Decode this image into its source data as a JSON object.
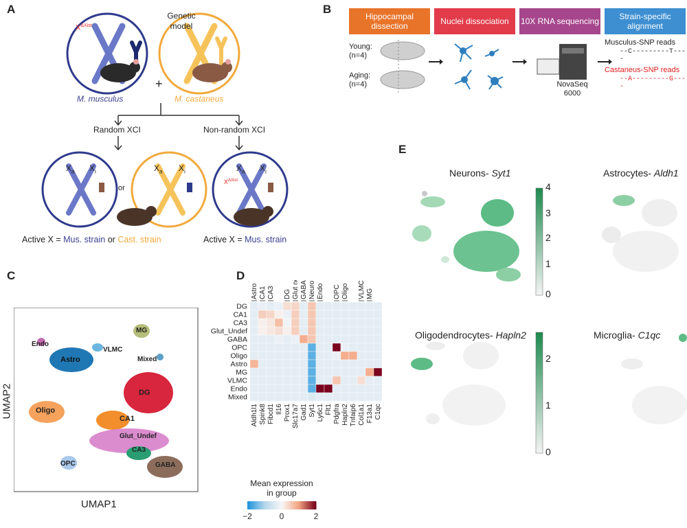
{
  "panels": {
    "a": "A",
    "b": "B",
    "c": "C",
    "d": "D",
    "e": "E"
  },
  "panel_a": {
    "genetic_model_line1": "Genetic",
    "genetic_model_line2": "model",
    "xist_label": "X",
    "xist_sup": "ΔXist",
    "strain1": "M. musculus",
    "strain2": "M. castaneus",
    "plus": "+",
    "random": "Random XCI",
    "nonrandom": "Non-random XCI",
    "xa": "X",
    "xa_sub": "a",
    "xi": "X",
    "xi_sub": "i",
    "or": "or",
    "active_prefix": "Active X = ",
    "mus_strain": "Mus. strain",
    "or_word": " or ",
    "cast_strain": "Cast. strain",
    "active_prefix2": "Active X = ",
    "mus_strain2": "Mus. strain",
    "colors": {
      "musculus": "#3b3f8f",
      "castaneus": "#f2a93b",
      "xist": "#e02020"
    }
  },
  "panel_b": {
    "steps": [
      "Hippocampal dissection",
      "Nuclei dissociation",
      "10X RNA sequencing",
      "Strain-specific alignment"
    ],
    "step_colors": [
      "#e8742a",
      "#e23b4a",
      "#a6468c",
      "#3d8fd1"
    ],
    "young": "Young:",
    "young_n": "(n=4)",
    "aging": "Aging:",
    "aging_n": "(n=4)",
    "seq_line1": "NovaSeq",
    "seq_line2": "6000",
    "mus_reads": "Musculus-SNP reads",
    "mus_seq": "--C---------T----",
    "cast_reads": "Castaneus-SNP reads",
    "cast_seq": "--A---------G----"
  },
  "panel_c": {
    "xlabel": "UMAP1",
    "ylabel": "UMAP2",
    "clusters": [
      "MG",
      "Endo",
      "VLMC",
      "Astro",
      "Mixed",
      "DG",
      "Oligo",
      "CA1",
      "Glut_Undef",
      "CA3",
      "OPC",
      "GABA"
    ],
    "colors": {
      "MG": "#b5bd7a",
      "Endo": "#c56bb0",
      "VLMC": "#6bb7e0",
      "Astro": "#1f78b4",
      "Mixed": "#5aa0c8",
      "DG": "#d7263d",
      "Oligo": "#f5a25d",
      "CA1": "#f28e2b",
      "Glut_Undef": "#d77fc9",
      "CA3": "#2a9d72",
      "OPC": "#a9c8ea",
      "GABA": "#8c6d5c"
    }
  },
  "panel_d": {
    "col_groups": [
      "Astro",
      "CA1",
      "CA3",
      "DG",
      "Glut neuron",
      "GABA Neuron",
      "Neuron",
      "Endo",
      "OPC",
      "Oligo",
      "VLMC",
      "MG"
    ],
    "rows": [
      "DG",
      "CA1",
      "CA3",
      "Glut_Undef",
      "GABA",
      "OPC",
      "Oligo",
      "Astro",
      "MG",
      "VLMC",
      "Endo",
      "Mixed"
    ],
    "genes": [
      "Aldh1l1",
      "Spink8",
      "Fibcd1",
      "Il16",
      "Prox1",
      "Slc17a7",
      "Gad1",
      "Syt1",
      "Ly6c1",
      "Flt1",
      "Pdgfra",
      "Hapln2",
      "Tnfaip6",
      "Col1a1",
      "F13a1",
      "C1qc"
    ],
    "colorbar_title_1": "Mean expression",
    "colorbar_title_2": "in group",
    "colorbar_ticks": [
      "−2",
      "0",
      "2"
    ]
  },
  "panel_e": {
    "titles": [
      {
        "prefix": "Neurons- ",
        "gene": "Syt1"
      },
      {
        "prefix": "Astrocytes- ",
        "gene": "Aldh1"
      },
      {
        "prefix": "Oligodendrocytes- ",
        "gene": "Hapln2"
      },
      {
        "prefix": "Microglia- ",
        "gene": "C1qc"
      }
    ],
    "colorbar1_ticks": [
      "4",
      "3",
      "2",
      "1",
      "0"
    ],
    "colorbar2_ticks": [
      "2",
      "1",
      "0"
    ]
  },
  "chart_data": {
    "type": "heatmap",
    "title": "",
    "xlabel": "",
    "ylabel": "",
    "x": [
      "Aldh1l1",
      "Spink8",
      "Fibcd1",
      "Il16",
      "Prox1",
      "Slc17a7",
      "Gad1",
      "Syt1",
      "Ly6c1",
      "Flt1",
      "Pdgfra",
      "Hapln2",
      "Tnfaip6",
      "Col1a1",
      "F13a1",
      "C1qc"
    ],
    "y": [
      "DG",
      "CA1",
      "CA3",
      "Glut_Undef",
      "GABA",
      "OPC",
      "Oligo",
      "Astro",
      "MG",
      "VLMC",
      "Endo",
      "Mixed"
    ],
    "values": [
      [
        -0.3,
        -0.2,
        -0.3,
        -0.2,
        0.3,
        0.4,
        -0.3,
        0.6,
        -0.3,
        -0.3,
        -0.3,
        -0.3,
        -0.3,
        -0.3,
        -0.3,
        -0.3
      ],
      [
        -0.3,
        0.5,
        0.4,
        0.1,
        -0.2,
        0.5,
        -0.3,
        0.6,
        -0.3,
        -0.3,
        -0.3,
        -0.3,
        -0.3,
        -0.3,
        -0.3,
        -0.3
      ],
      [
        -0.3,
        0.1,
        0.2,
        0.7,
        -0.1,
        0.5,
        -0.3,
        0.6,
        -0.3,
        -0.3,
        -0.3,
        -0.3,
        -0.3,
        -0.3,
        -0.3,
        -0.3
      ],
      [
        -0.3,
        0.1,
        0.2,
        0.3,
        0.1,
        0.5,
        -0.3,
        0.6,
        -0.3,
        -0.3,
        -0.3,
        -0.3,
        -0.3,
        -0.3,
        -0.3,
        -0.3
      ],
      [
        -0.3,
        -0.3,
        -0.3,
        -0.2,
        -0.3,
        -0.2,
        0.9,
        0.6,
        -0.3,
        -0.3,
        -0.3,
        -0.3,
        -0.3,
        -0.3,
        -0.3,
        -0.3
      ],
      [
        -0.3,
        -0.3,
        -0.3,
        -0.3,
        -0.3,
        -0.3,
        -0.3,
        -1.6,
        -0.3,
        -0.3,
        2.2,
        -0.2,
        -0.3,
        -0.3,
        -0.3,
        -0.3
      ],
      [
        -0.3,
        -0.3,
        -0.3,
        -0.3,
        -0.3,
        -0.3,
        -0.3,
        -1.6,
        -0.3,
        -0.3,
        -0.2,
        0.9,
        0.9,
        -0.3,
        -0.3,
        -0.3
      ],
      [
        0.8,
        -0.3,
        -0.3,
        -0.3,
        -0.3,
        -0.3,
        -0.3,
        -1.6,
        -0.3,
        -0.3,
        -0.3,
        -0.3,
        -0.3,
        -0.3,
        -0.3,
        -0.3
      ],
      [
        -0.3,
        -0.3,
        -0.3,
        -0.3,
        -0.3,
        -0.3,
        -0.3,
        -1.6,
        -0.3,
        -0.3,
        -0.3,
        -0.3,
        -0.3,
        -0.3,
        0.9,
        2.0
      ],
      [
        -0.3,
        -0.3,
        -0.3,
        -0.3,
        -0.3,
        -0.3,
        -0.3,
        -1.6,
        -0.3,
        -0.3,
        0.6,
        -0.3,
        -0.3,
        0.3,
        -0.3,
        -0.3
      ],
      [
        -0.3,
        -0.3,
        -0.3,
        -0.3,
        -0.3,
        -0.3,
        -0.3,
        -1.6,
        2.2,
        2.1,
        -0.3,
        -0.3,
        -0.3,
        -0.3,
        -0.3,
        -0.3
      ],
      [
        -0.3,
        -0.3,
        -0.3,
        -0.3,
        -0.3,
        -0.3,
        -0.3,
        -0.4,
        -0.3,
        -0.3,
        -0.3,
        -0.3,
        -0.3,
        -0.3,
        -0.3,
        -0.3
      ]
    ],
    "zlim": [
      -2,
      2
    ]
  }
}
